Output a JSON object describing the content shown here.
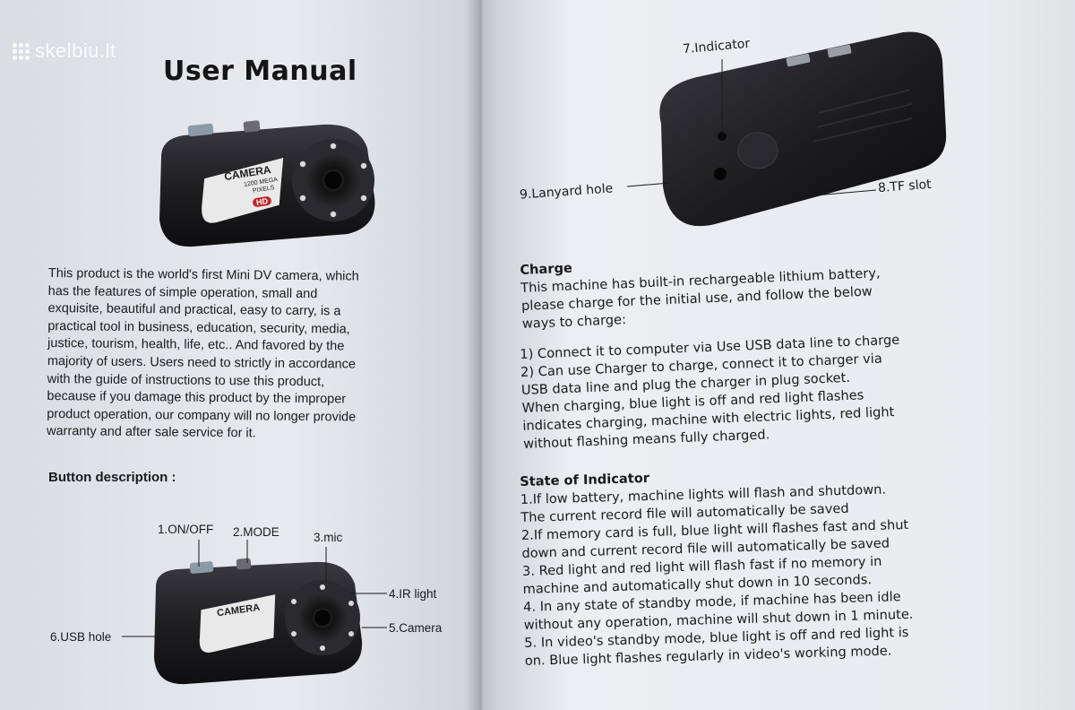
{
  "watermark": {
    "text": "skelbiu.lt"
  },
  "left_page": {
    "title": "User Manual",
    "camera_top_print": {
      "brand": "CAMERA",
      "megapixels": "1200 MEGA",
      "pixels": "PIXELS",
      "hd_badge": "HD"
    },
    "intro_lines": [
      "This product is the world's first Mini DV camera, which",
      "has the features of simple operation, small and",
      "exquisite, beautiful and practical, easy to carry, is a",
      "practical tool in business, education, security, media,",
      "justice, tourism, health, life, etc.. And favored by the",
      "majority of users. Users need to strictly in accordance",
      "with the guide of instructions to use this product,",
      "because if you damage this product by the improper",
      "product operation, our company will no longer provide",
      "warranty and after sale service for it."
    ],
    "button_heading": "Button description :",
    "callouts": {
      "on_off": "1.ON/OFF",
      "mode": "2.MODE",
      "mic": "3.mic",
      "ir_light": "4.IR light",
      "camera": "5.Camera",
      "usb_hole": "6.USB hole"
    }
  },
  "right_page": {
    "callouts": {
      "indicator": "7.Indicator",
      "lanyard": "9.Lanyard hole",
      "tf_slot": "8.TF slot"
    },
    "charge": {
      "heading": "Charge",
      "lines": [
        "This machine has built-in rechargeable lithium battery,",
        "please charge for the initial use, and follow the below",
        "ways to charge:"
      ]
    },
    "steps": [
      "1) Connect it to computer via Use USB data line to charge",
      "2) Can use Charger to charge, connect it to charger via",
      "USB data line and plug the charger in plug socket.",
      "When charging, blue light is off and red light flashes",
      "indicates charging, machine with electric lights, red light",
      "without flashing means fully charged."
    ],
    "state": {
      "heading": "State of Indicator",
      "lines": [
        "1.If low battery, machine lights will flash and shutdown.",
        "The current record file will automatically be saved",
        "2.If memory card is full, blue light will flashes fast and shut",
        "down and current record file will automatically be saved",
        "3. Red light and red light will flash fast if no memory in",
        "machine and automatically shut down in 10 seconds.",
        "4. In any state of standby mode, if machine has been idle",
        "without any operation, machine will shut down in 1 minute.",
        "5. In video's standby mode, blue light is off and red light is",
        "on.  Blue light flashes regularly in video's working mode."
      ]
    }
  },
  "colors": {
    "page_left": "#e3e6ea",
    "page_right": "#e9ebee",
    "ink": "#1b1b1b",
    "camera_body": "#1e1e21",
    "hd_badge": "#c0282d",
    "background_grass": "#4a5a3c"
  }
}
